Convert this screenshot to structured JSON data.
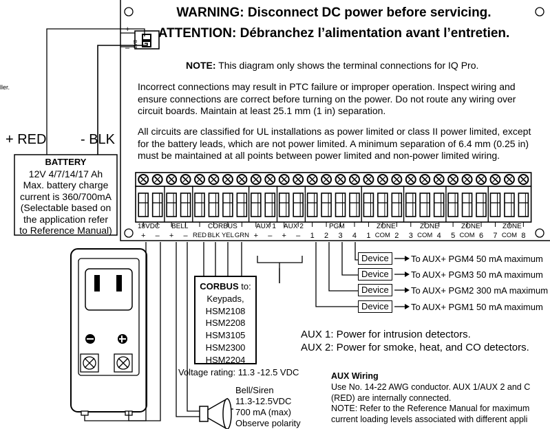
{
  "leftcut": {
    "text": "ller."
  },
  "warning": {
    "line1": "WARNING: Disconnect DC power before servicing.",
    "line2": "ATTENTION: Débranchez l’alimentation avant l’entretien."
  },
  "note": {
    "label": "NOTE:",
    "text": " This diagram only shows the terminal connections for IQ Pro."
  },
  "para1": [
    "Incorrect connections may result in PTC failure or improper operation. Inspect wiring and",
    "ensure connections are correct before turning on the power. Do not route any wiring over",
    "circuit boards. Maintain at least 25.1 mm (1 in) separation."
  ],
  "para2": [
    "All circuits are classified for UL installations as power limited or class II power limited, except",
    "for the battery leads, which are not power limited. A minimum separation of 6.4 mm (0.25 in)",
    "must be maintained at all points between power limited and non-power limited wiring."
  ],
  "batt_connector": {
    "plus": "+",
    "minus": "–",
    "label": "BAT"
  },
  "battery_leads": {
    "red": "+ RED",
    "blk": "- BLK"
  },
  "battery": {
    "title": "BATTERY",
    "lines": [
      "12V 4/7/14/17 Ah",
      "Max. battery charge",
      "current is 360/700mA",
      "(Selectable based on",
      "the application refer",
      "to Reference Manual)"
    ]
  },
  "terminals": {
    "groups": [
      "18VDC",
      "BELL",
      "CORBUS",
      "AUX 1",
      "AUX 2",
      "PGM",
      "ZONE",
      "ZONE",
      "ZONE",
      "ZONE"
    ],
    "pins": [
      "+",
      "–",
      "+",
      "–",
      "RED",
      "BLK",
      "YEL",
      "GRN",
      "+",
      "–",
      "+",
      "–",
      "1",
      "2",
      "3",
      "4",
      "1",
      "COM",
      "2",
      "3",
      "COM",
      "4",
      "5",
      "COM",
      "6",
      "7",
      "COM",
      "8"
    ]
  },
  "devices": [
    {
      "box": "Device",
      "text": "To AUX+ PGM4 50 mA maximum"
    },
    {
      "box": "Device",
      "text": "To AUX+ PGM3 50 mA maximum"
    },
    {
      "box": "Device",
      "text": "To AUX+ PGM2 300 mA maximum"
    },
    {
      "box": "Device",
      "text": "To AUX+ PGM1 50 mA maximum"
    }
  ],
  "corbus": {
    "title": "CORBUS",
    "title_suffix": " to:",
    "lines": [
      "Keypads,",
      "HSM2108",
      "HSM2208",
      "HSM3105",
      "HSM2300",
      "HSM2204"
    ]
  },
  "voltage": "Voltage rating: 11.3 -12.5 VDC",
  "aux_power": [
    "AUX 1: Power for intrusion detectors.",
    "AUX 2: Power for smoke, heat, and CO detectors."
  ],
  "bell": [
    "Bell/Siren",
    "11.3-12.5VDC",
    "700 mA (max)",
    "Observe polarity"
  ],
  "aux_wiring": {
    "title": "AUX Wiring",
    "lines": [
      "Use No. 14-22 AWG conductor. AUX 1/AUX 2 and C",
      "(RED) are internally connected.",
      "NOTE: Refer to the Reference Manual for maximum",
      "current loading levels associated with different appli"
    ]
  },
  "transformer": {
    "minus": "−",
    "plus": "+"
  }
}
